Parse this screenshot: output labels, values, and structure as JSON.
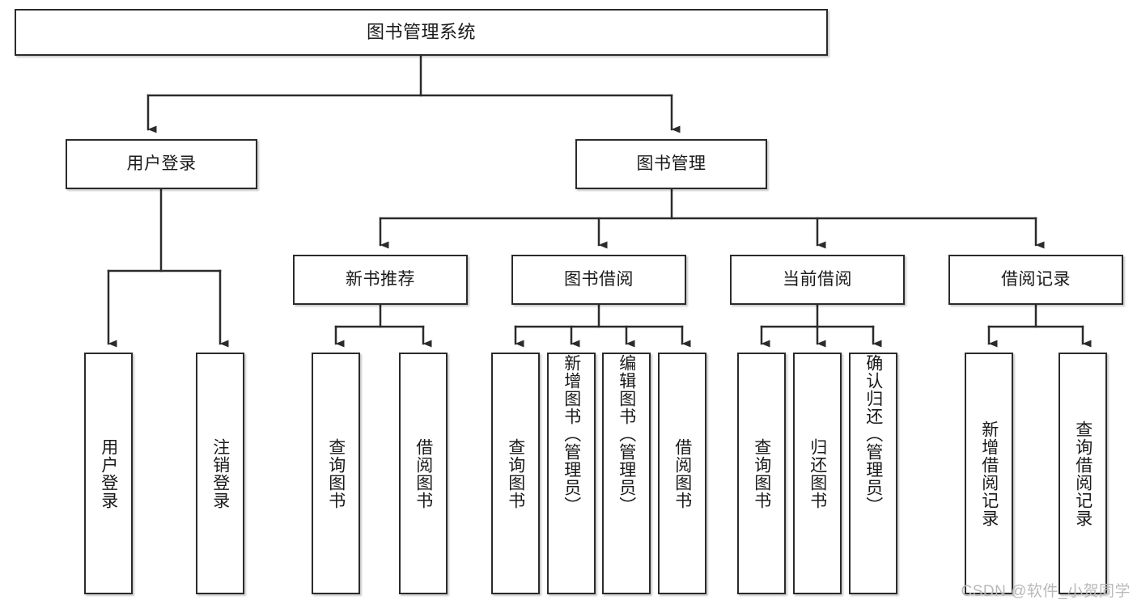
{
  "diagram": {
    "title": "图书管理系统",
    "watermark": "CSDN @软件_小贺同学",
    "stroke_color": "#2b2b2b",
    "fill_color": "#ffffff",
    "text_color": "#1a1a1a",
    "watermark_color": "#b9b9b9",
    "levels": {
      "root": {
        "label": "图书管理系统"
      },
      "level2": [
        {
          "label": "用户登录"
        },
        {
          "label": "图书管理"
        }
      ],
      "level3": [
        {
          "label": "新书推荐"
        },
        {
          "label": "图书借阅"
        },
        {
          "label": "当前借阅"
        },
        {
          "label": "借阅记录"
        }
      ],
      "leaves": {
        "user_login": [
          {
            "label": "用户登录"
          },
          {
            "label": "注销登录"
          }
        ],
        "new_book_recommend": [
          {
            "label": "查询图书"
          },
          {
            "label": "借阅图书"
          }
        ],
        "book_borrow": [
          {
            "label": "查询图书"
          },
          {
            "label": "新增图书（管理员）"
          },
          {
            "label": "编辑图书（管理员）"
          },
          {
            "label": "借阅图书"
          }
        ],
        "current_borrow": [
          {
            "label": "查询图书"
          },
          {
            "label": "归还图书"
          },
          {
            "label": "确认归还（管理员）"
          }
        ],
        "borrow_record": [
          {
            "label": "新增借阅记录"
          },
          {
            "label": "查询借阅记录"
          }
        ]
      }
    }
  }
}
